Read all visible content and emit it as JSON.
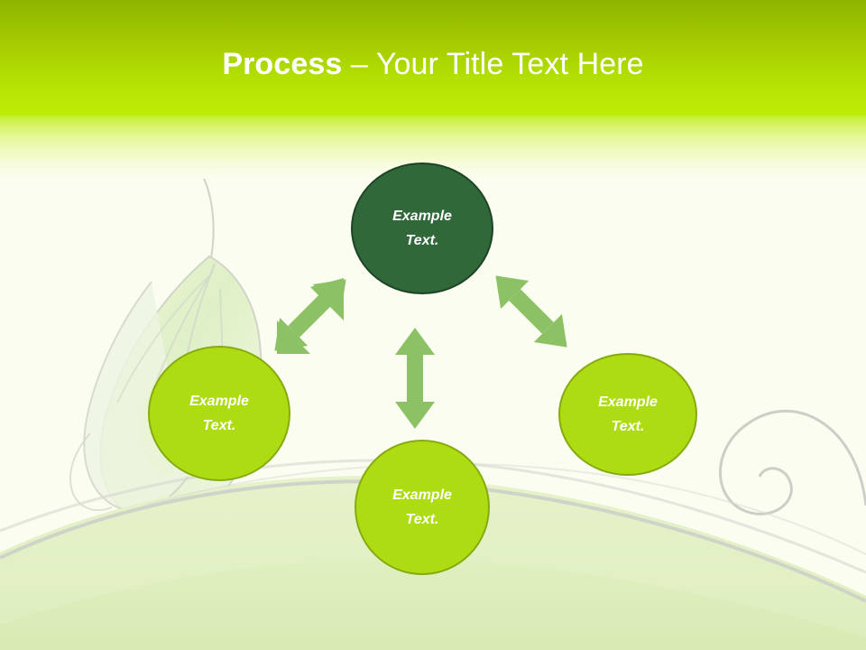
{
  "slide": {
    "title": {
      "bold_part": "Process",
      "separator": " – ",
      "rest_part": "Your Title Text Here",
      "full": "Process – Your Title Text Here"
    },
    "theme": {
      "header_top_color": "#8fb500",
      "header_bottom_color": "#bdec06",
      "body_background": "#fbfdf0",
      "accent_bright": "#aedc12",
      "accent_bright_border": "#86ab10",
      "accent_dark": "#30683a",
      "accent_dark_border": "#1d4425",
      "arrow_color": "#8cc265",
      "title_color": "#ffffff",
      "node_text_color": "#ffffff",
      "decor_gray": "#c9cdc4",
      "decor_wave_green": "#e2f0c4"
    }
  },
  "nodes": [
    {
      "id": "top",
      "line1": "Example",
      "line2": "Text.",
      "fill": "#30683a",
      "border": "#1d4425"
    },
    {
      "id": "left",
      "line1": "Example",
      "line2": "Text.",
      "fill": "#aedc12",
      "border": "#86ab10"
    },
    {
      "id": "right",
      "line1": "Example",
      "line2": "Text.",
      "fill": "#aedc12",
      "border": "#86ab10"
    },
    {
      "id": "bottom",
      "line1": "Example",
      "line2": "Text.",
      "fill": "#aedc12",
      "border": "#86ab10"
    }
  ],
  "connectors": [
    {
      "id": "left-diagonal",
      "kind": "double-headed-arrow",
      "direction": "up-right / down-left",
      "from": "left",
      "to": "top"
    },
    {
      "id": "right-diagonal",
      "kind": "double-headed-arrow",
      "direction": "up-left / down-right",
      "from": "top",
      "to": "right"
    },
    {
      "id": "center-vertical",
      "kind": "double-headed-arrow",
      "direction": "up / down",
      "from": "top",
      "to": "bottom"
    }
  ],
  "decorations": [
    {
      "id": "butterfly-wing",
      "description": "pale butterfly wing"
    },
    {
      "id": "wave-band",
      "description": "pale green wave band"
    },
    {
      "id": "spiral-swirl",
      "description": "gray spiral swirl"
    }
  ]
}
